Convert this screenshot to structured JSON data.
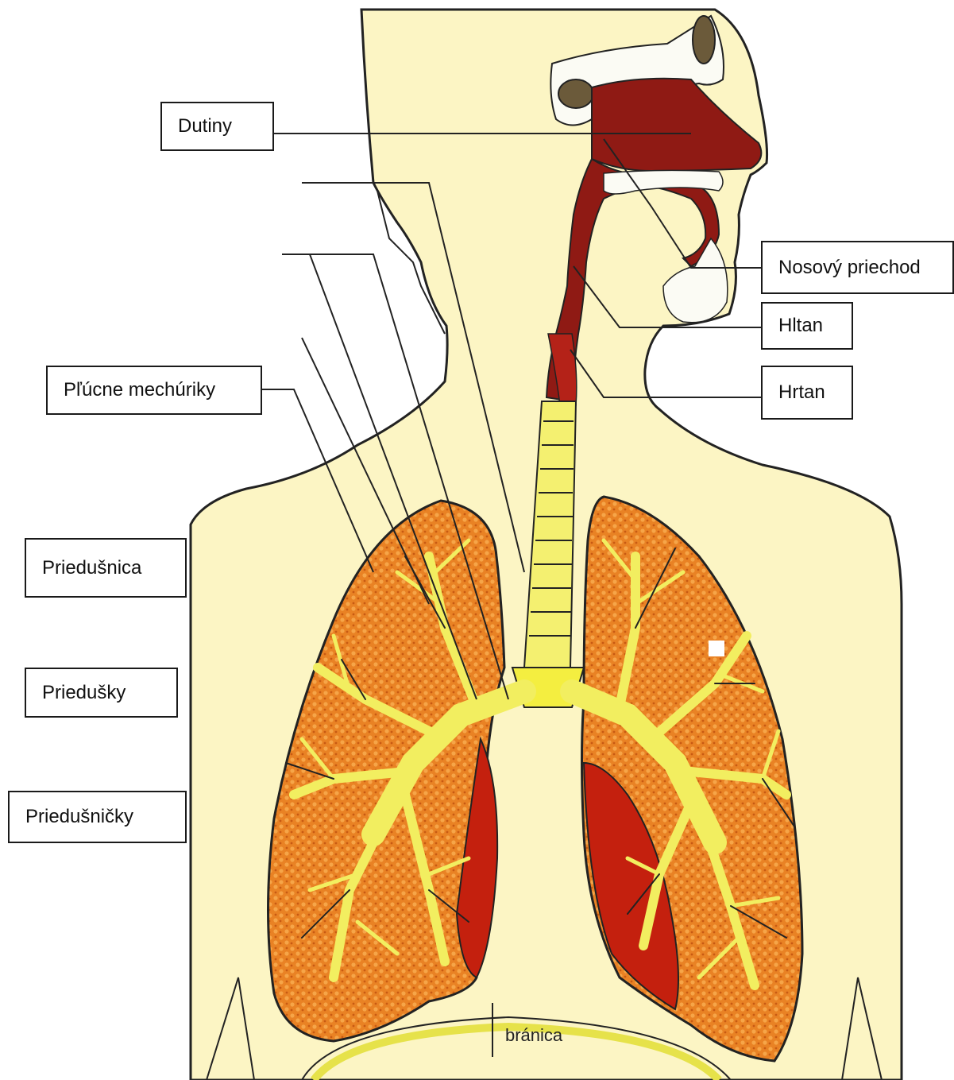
{
  "colors": {
    "skin": "#fcf5c4",
    "lung": "#e87a1e",
    "lung_dark": "#c4200e",
    "airway_red": "#9a1a14",
    "bronchi": "#f2ee60",
    "trachea": "#f4f070",
    "outline": "#222222"
  },
  "labels": {
    "dutiny": "Dutiny",
    "nosovy_priechod": "Nosový priechod",
    "hltan": "Hltan",
    "hrtan": "Hrtan",
    "plucne_mechuriky": "Pľúcne mechúriky",
    "priedusnica": "Priedušnica",
    "priedusky": "Priedušky",
    "priedusnicky": "Priedušničky",
    "branica": "bránica"
  }
}
